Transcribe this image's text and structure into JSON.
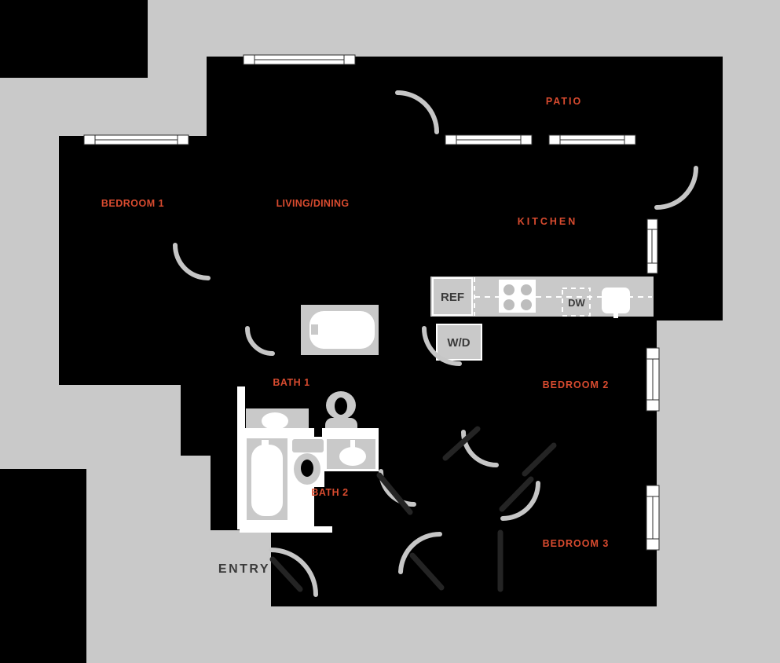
{
  "floor_plan": {
    "room_labels": {
      "patio": "PATIO",
      "bedroom_1": "BEDROOM 1",
      "living_dining": "LIVING/DINING",
      "kitchen": "KITCHEN",
      "bath_1": "BATH 1",
      "bedroom_2": "BEDROOM 2",
      "bath_2": "BATH 2",
      "bedroom_3": "BEDROOM 3"
    },
    "appliance_labels": {
      "refrigerator": "REF",
      "dishwasher": "DW",
      "washer_dryer": "W/D"
    },
    "entry_label": "ENTRY",
    "colors": {
      "background": "#c9c9c9",
      "unit_floor": "#000000",
      "room_label_red": "#d84b2f",
      "fixture_gray": "#c9c9c9",
      "fixture_white": "#ffffff",
      "dark_text": "#3b3b3b"
    },
    "icons": [
      "window-icon",
      "door-swing-icon",
      "bathtub-icon",
      "toilet-icon",
      "vanity-sink-icon",
      "kitchen-sink-icon",
      "stove-icon"
    ]
  }
}
